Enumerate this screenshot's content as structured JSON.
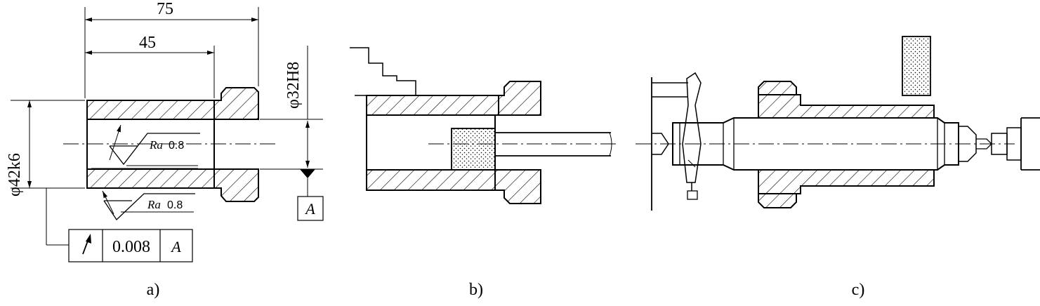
{
  "figure_a": {
    "dim_overall": "75",
    "dim_shoulder": "45",
    "dim_bore": "φ32H8",
    "dim_outer": "φ42k6",
    "ra_symbol": "Ra",
    "ra_bore_value": "0.8",
    "ra_outer_value": "0.8",
    "datum_letter": "A",
    "tolerance_value": "0.008",
    "tolerance_datum": "A",
    "caption": "a)"
  },
  "figure_b": {
    "caption": "b)"
  },
  "figure_c": {
    "caption": "c)"
  }
}
